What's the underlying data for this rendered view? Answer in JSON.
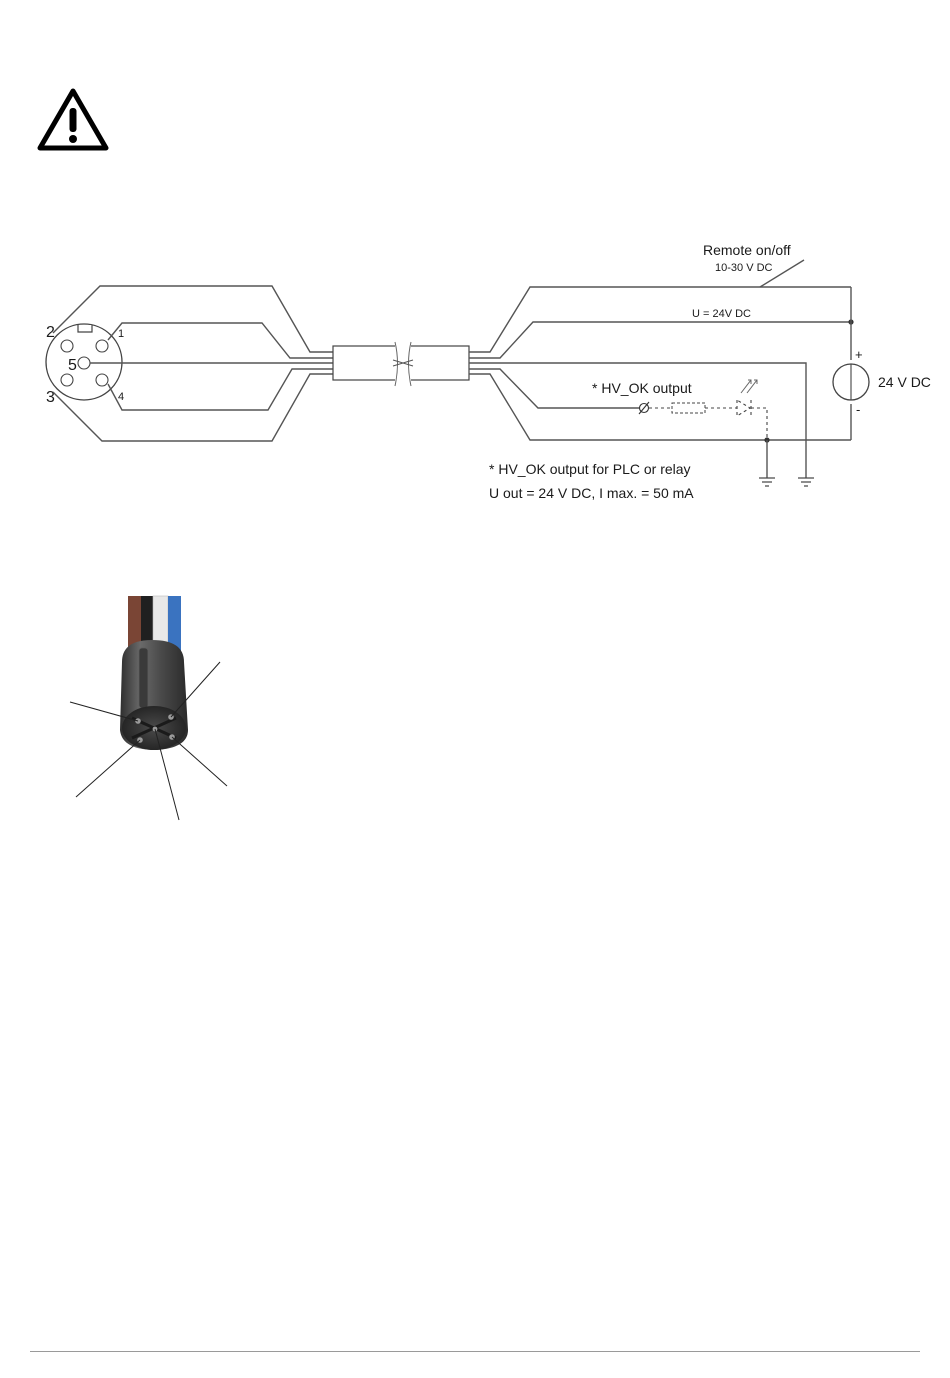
{
  "warning": {
    "icon": "warning-icon"
  },
  "connector": {
    "pins": [
      {
        "number": "1"
      },
      {
        "number": "2"
      },
      {
        "number": "3"
      },
      {
        "number": "4"
      },
      {
        "number": "5"
      }
    ]
  },
  "labels": {
    "remote_title": "Remote on/off",
    "remote_voltage": "10-30 V DC",
    "supply_line": "U = 24V DC",
    "hv_ok_output": "* HV_OK  output",
    "source_voltage": "24 V DC",
    "plus": "+",
    "minus": "-",
    "note_line1": "* HV_OK  output for PLC or relay",
    "note_line2": "U out = 24 V DC,  I max. = 50 mA"
  },
  "photo": {
    "subject": "cable-connector-photo",
    "wire_colors": [
      "#7a4535",
      "#202020",
      "#e8e8e8",
      "#3a73c0"
    ]
  }
}
